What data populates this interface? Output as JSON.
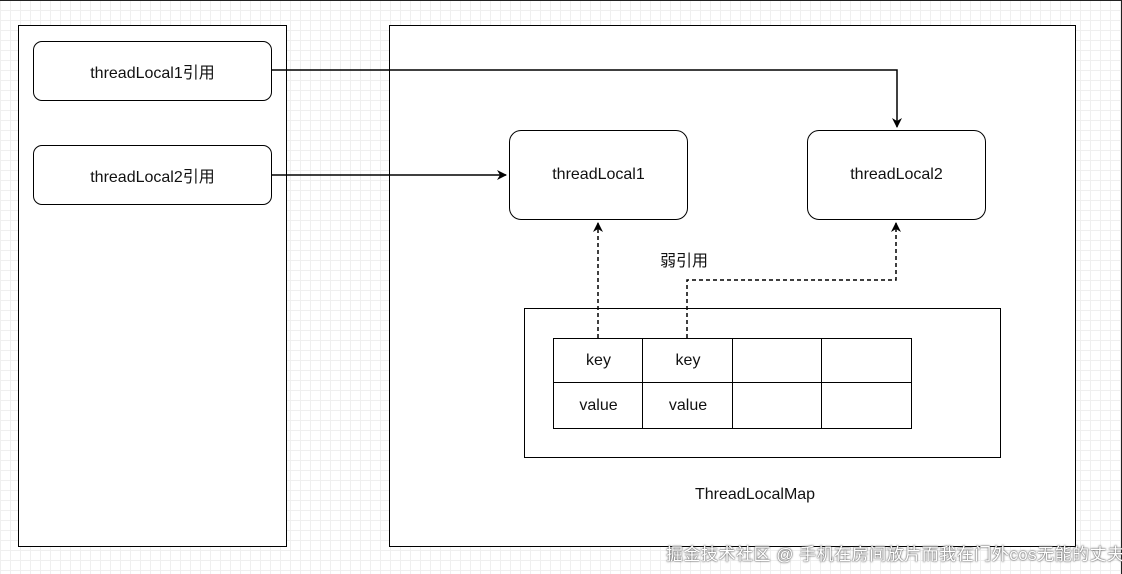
{
  "diagram": {
    "left_panel": {
      "ref1_label": "threadLocal1引用",
      "ref2_label": "threadLocal2引用"
    },
    "right_panel": {
      "node1_label": "threadLocal1",
      "node2_label": "threadLocal2",
      "weak_ref_label": "弱引用",
      "map_label": "ThreadLocalMap",
      "table": {
        "rows": [
          [
            "key",
            "key",
            "",
            ""
          ],
          [
            "value",
            "value",
            "",
            ""
          ]
        ]
      }
    }
  },
  "watermark": "掘金技术社区 @ 手机在房间放片而我在门外cos无能的丈夫"
}
